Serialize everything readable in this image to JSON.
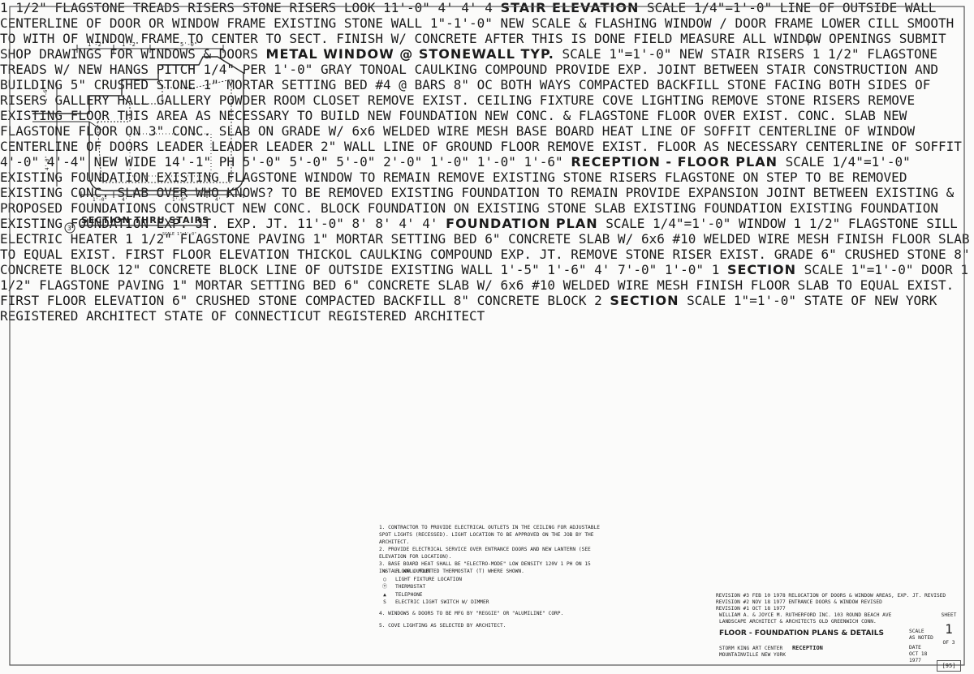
{
  "drawing": {
    "sheet_id": "[95]",
    "views": {
      "stairs_section": {
        "title": "SECTION THRU STAIRS",
        "scale": "SCALE 1\"=1'-0\"",
        "number": "3",
        "labels": [
          "PITCH 1/4\" PER 1'-0\"",
          "GRAY TONOAL CAULKING COMPOUND",
          "PROVIDE EXP. JOINT BETWEEN STAIR CONSTRUCTION AND BUILDING",
          "NEW STAIR RISERS",
          "1 1/2\" FLAGSTONE TREADS W/ NEW HANGS",
          "5\" CRUSHED STONE",
          "1\" MORTAR SETTING BED",
          "#4 @ BARS 8\" OC BOTH WAYS",
          "COMPACTED BACKFILL",
          "STONE FACING BOTH SIDES OF RISERS"
        ],
        "dims": [
          "1'-2\"",
          "1'-2\"",
          "5'-0\"",
          "1'-0\"",
          "4'",
          "1'-0\"",
          "4'",
          "1'-6\"",
          "4'-0\""
        ]
      },
      "stair_elevation": {
        "title": "STAIR ELEVATION",
        "scale": "SCALE 1/4\"=1'-0\"",
        "number": "4",
        "labels": [
          "1 1/2\" FLAGSTONE TREADS",
          "RISERS",
          "STONE RISERS",
          "LOOK"
        ],
        "dims": [
          "11'-0\"",
          "4'",
          "4'"
        ]
      },
      "metal_window": {
        "title": "METAL WINDOW @ STONEWALL TYP.",
        "scale": "SCALE 1\"=1'-0\"",
        "labels": [
          "LINE OF OUTSIDE WALL",
          "CENTERLINE OF DOOR OR WINDOW FRAME",
          "EXISTING STONE WALL",
          "1\"-1'-0\"",
          "NEW SCALE & FLASHING",
          "WINDOW / DOOR FRAME",
          "LOWER CILL SMOOTH TO WITH OF WINDOW FRAME TO CENTER TO SECT.",
          "FINISH W/ CONCRETE AFTER THIS IS DONE FIELD MEASURE ALL WINDOW OPENINGS",
          "SUBMIT SHOP DRAWINGS FOR WINDOWS & DOORS"
        ]
      },
      "floor_plan": {
        "title": "RECEPTION - FLOOR PLAN",
        "scale": "SCALE 1/4\"=1'-0\"",
        "rooms": [
          "GALLERY",
          "HALL",
          "GALLERY",
          "POWDER ROOM",
          "CLOSET"
        ],
        "labels": [
          "REMOVE EXIST. CEILING FIXTURE",
          "COVE LIGHTING",
          "REMOVE STONE RISERS",
          "REMOVE EXISTING FLOOR THIS AREA AS NECESSARY TO BUILD NEW FOUNDATION",
          "NEW CONC. & FLAGSTONE FLOOR OVER EXIST. CONC. SLAB",
          "NEW FLAGSTONE FLOOR ON 3\" CONC. SLAB ON GRADE W/ 6x6 WELDED WIRE MESH",
          "BASE BOARD HEAT",
          "LINE OF SOFFIT",
          "CENTERLINE OF WINDOW",
          "CENTERLINE OF DOORS",
          "LEADER",
          "LEADER",
          "LEADER",
          "2\" WALL",
          "LINE OF GROUND FLOOR",
          "REMOVE EXIST. FLOOR AS NECESSARY",
          "CENTERLINE OF SOFFIT",
          "4'-0\"",
          "4'-4\" NEW WIDE 14'-1\" PH"
        ],
        "dims": [
          "5'-0\"",
          "5'-0\"",
          "5'-0\"",
          "2'-0\"",
          "1'-0\"",
          "1'-0\"",
          "1'-6\""
        ]
      },
      "foundation_plan": {
        "title": "FOUNDATION PLAN",
        "scale": "SCALE 1/4\"=1'-0\"",
        "labels": [
          "EXISTING FOUNDATION",
          "EXISTING FLAGSTONE WINDOW TO REMAIN",
          "REMOVE EXISTING STONE RISERS",
          "FLAGSTONE ON STEP TO BE REMOVED",
          "EXISTING CONC. SLAB OVER WHO KNOWS? TO BE REMOVED",
          "EXISTING FOUNDATION TO REMAIN",
          "PROVIDE EXPANSION JOINT BETWEEN EXISTING & PROPOSED FOUNDATIONS",
          "CONSTRUCT NEW CONC. BLOCK FOUNDATION ON EXISTING STONE SLAB",
          "EXISTING FOUNDATION",
          "EXISTING FOUNDATION",
          "EXISTING FOUNDATION",
          "EXP. JT.",
          "EXP. JT."
        ],
        "dims": [
          "11'-0\"",
          "8'",
          "8'",
          "4'",
          "4'"
        ]
      },
      "section_1": {
        "title": "SECTION",
        "number": "1",
        "scale": "SCALE 1\"=1'-0\"",
        "labels": [
          "WINDOW",
          "1 1/2\" FLAGSTONE SILL",
          "ELECTRIC HEATER",
          "1 1/2\" FLAGSTONE PAVING",
          "1\" MORTAR SETTING BED",
          "6\" CONCRETE SLAB W/ 6x6 #10 WELDED WIRE MESH",
          "FINISH FLOOR SLAB TO EQUAL EXIST. FIRST FLOOR ELEVATION",
          "THICKOL CAULKING COMPOUND",
          "EXP. JT.",
          "REMOVE STONE RISER",
          "EXIST. GRADE",
          "6\" CRUSHED STONE",
          "8\" CONCRETE BLOCK",
          "12\" CONCRETE BLOCK",
          "LINE OF OUTSIDE EXISTING WALL"
        ],
        "dims": [
          "1'-5\"",
          "1'-6\"",
          "4'",
          "7'-0\"",
          "1'-0\""
        ]
      },
      "section_2": {
        "title": "SECTION",
        "number": "2",
        "scale": "SCALE 1\"=1'-0\"",
        "labels": [
          "DOOR",
          "1 1/2\" FLAGSTONE PAVING",
          "1\" MORTAR SETTING BED",
          "6\" CONCRETE SLAB W/ 6x6 #10 WELDED WIRE MESH",
          "FINISH FLOOR SLAB TO EQUAL EXIST. FIRST FLOOR ELEVATION",
          "6\" CRUSHED STONE",
          "COMPACTED BACKFILL",
          "8\" CONCRETE BLOCK"
        ]
      }
    },
    "notes": [
      "1. CONTRACTOR TO PROVIDE ELECTRICAL OUTLETS IN THE CEILING FOR ADJUSTABLE SPOT LIGHTS (RECESSED). LIGHT LOCATION TO BE APPROVED ON THE JOB BY THE ARCHITECT.",
      "2. PROVIDE ELECTRICAL SERVICE OVER ENTRANCE DOORS AND NEW LANTERN (SEE ELEVATION FOR LOCATION).",
      "3. BASE BOARD HEAT SHALL BE \"ELECTRO-MODE\" LOW DENSITY 120V 1 PH ON 15 INSTALL WALL MOUNTED THERMOSTAT (T) WHERE SHOWN.",
      "4. WINDOWS & DOORS TO BE MFG BY \"REGGIE\" OR \"ALUMILINE\" CORP.",
      "5. COVE LIGHTING AS SELECTED BY ARCHITECT."
    ],
    "legend": [
      {
        "symbol": "⊕",
        "label": "FLOOR OUTLET"
      },
      {
        "symbol": "○",
        "label": "LIGHT FIXTURE LOCATION"
      },
      {
        "symbol": "Ⓣ",
        "label": "THERMOSTAT"
      },
      {
        "symbol": "▲",
        "label": "TELEPHONE"
      },
      {
        "symbol": "S",
        "label": "ELECTRIC LIGHT SWITCH W/ DIMMER"
      }
    ],
    "title_block": {
      "revisions": [
        "REVISION #3 FEB 10 1978 RELOCATION OF DOORS & WINDOW AREAS, EXP. JT. REVISED",
        "REVISION #2 NOV 18 1977 ENTRANCE DOORS & WINDOW REVISED",
        "REVISION #1 OCT 18 1977"
      ],
      "firm": "WILLIAM A. & JOYCE M. RUTHERFORD INC.   103 ROUND BEACH AVE",
      "firm2": "LANDSCAPE ARCHITECT & ARCHITECTS   OLD GREENWICH CONN.",
      "drawing_title": "FLOOR - FOUNDATION PLANS & DETAILS",
      "scale_label": "SCALE",
      "scale_value": "AS NOTED",
      "project": "STORM KING ART CENTER",
      "project2": "MOUNTAINVILLE NEW YORK",
      "room": "RECEPTION",
      "date_label": "DATE",
      "date_value": "OCT 18 1977",
      "sheet_label": "SHEET",
      "sheet_number": "1",
      "sheet_total": "OF 3",
      "seal1": "STATE OF NEW YORK REGISTERED ARCHITECT",
      "seal2": "STATE OF CONNECTICUT REGISTERED ARCHITECT"
    }
  }
}
